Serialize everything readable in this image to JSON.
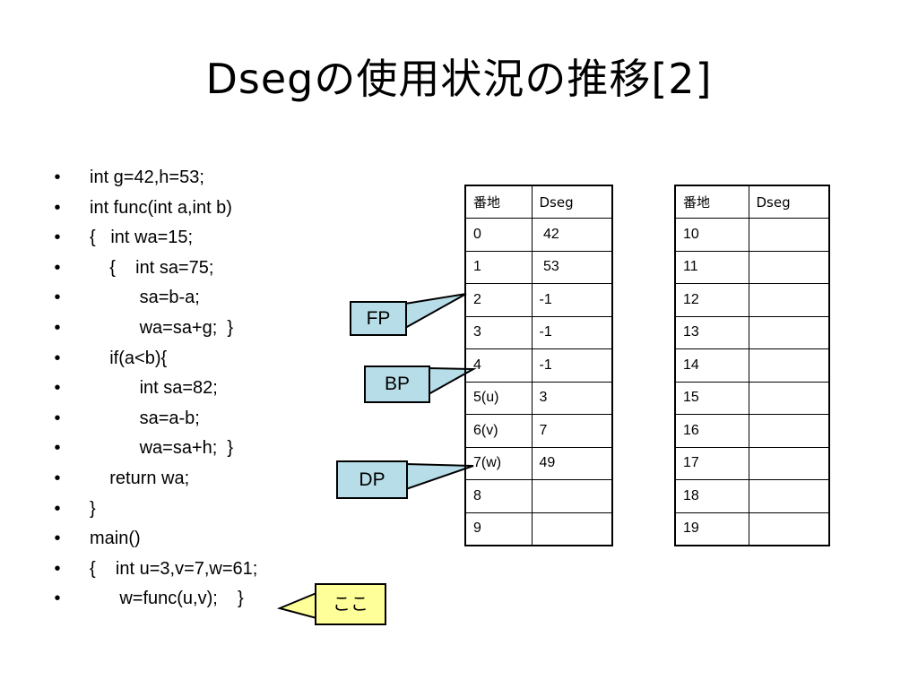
{
  "title": "Dsegの使用状況の推移[2]",
  "bullet_char": "•",
  "code_lines": [
    "int g=42,h=53;",
    "int func(int a,int b)",
    "{   int wa=15;",
    "    {    int sa=75;",
    "          sa=b-a;",
    "          wa=sa+g;  }",
    "    if(a<b){",
    "          int sa=82;",
    "          sa=a-b;",
    "          wa=sa+h;  }",
    "    return wa;",
    "}",
    "main()",
    "{    int u=3,v=7,w=61;",
    "      w=func(u,v);    }"
  ],
  "table_left": {
    "headers": [
      "番地",
      "Dseg"
    ],
    "rows": [
      [
        "0",
        " 42"
      ],
      [
        "1",
        " 53"
      ],
      [
        "2",
        "-1"
      ],
      [
        "3",
        "-1"
      ],
      [
        "4",
        "-1"
      ],
      [
        "5(u)",
        "3"
      ],
      [
        "6(v)",
        "7"
      ],
      [
        "7(w)",
        "49"
      ],
      [
        "8",
        ""
      ],
      [
        "9",
        ""
      ]
    ]
  },
  "table_right": {
    "headers": [
      "番地",
      "Dseg"
    ],
    "rows": [
      [
        "10",
        ""
      ],
      [
        "11",
        ""
      ],
      [
        "12",
        ""
      ],
      [
        "13",
        ""
      ],
      [
        "14",
        ""
      ],
      [
        "15",
        ""
      ],
      [
        "16",
        ""
      ],
      [
        "17",
        ""
      ],
      [
        "18",
        ""
      ],
      [
        "19",
        ""
      ]
    ]
  },
  "callouts": {
    "fp": "FP",
    "bp": "BP",
    "dp": "DP",
    "koko": "ここ"
  },
  "colors": {
    "pointer_fill": "#b7dde8",
    "here_fill": "#ffff99"
  }
}
